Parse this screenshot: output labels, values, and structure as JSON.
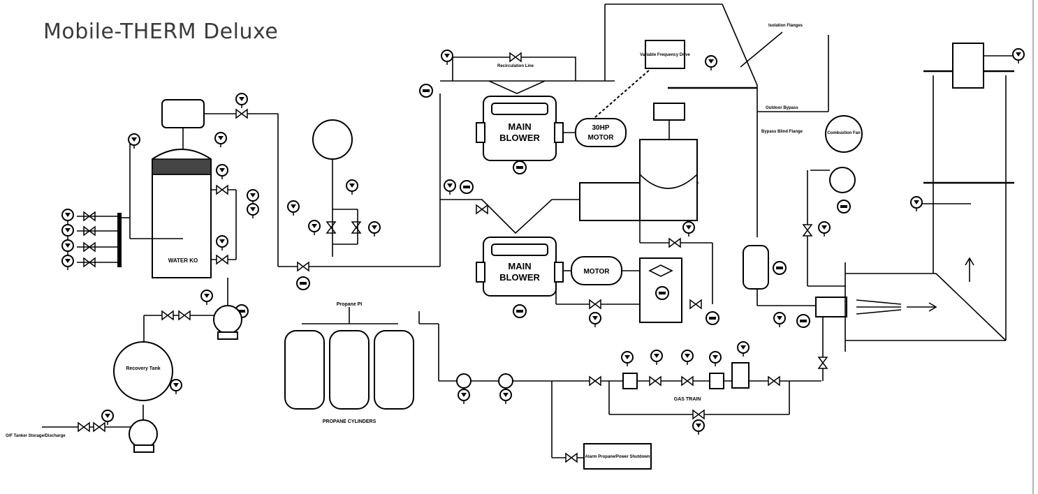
{
  "title": "Mobile-THERM Deluxe",
  "colors": {
    "line": "#000000",
    "title": "#3a3a3a",
    "rule": "#b4b4b4"
  },
  "blowers": {
    "top": {
      "line1": "MAIN",
      "line2": "BLOWER"
    },
    "bottom": {
      "line1": "MAIN",
      "line2": "BLOWER"
    }
  },
  "motor_top": {
    "line1": "30HP",
    "line2": "MOTOR"
  },
  "motor_bottom": "MOTOR",
  "labels": {
    "recirculation_line": "Recirculation Line",
    "vfd": "Variable Frequency Drive",
    "isolation_flanges": "Isolation Flanges",
    "outdoor_bypass": "Outdoor Bypass",
    "bypass_blind_flange": "Bypass Blind Flange",
    "water_ko": "WATER KO",
    "recovery_tank": "Recovery Tank",
    "propane_cylinders": "PROPANE CYLINDERS",
    "gas_train": "GAS TRAIN",
    "propane_pi": "Propane PI",
    "ol_tanker": "O/F Tanker Storage/Discharge",
    "alarm_box": "Alarm Propane/Power Shutdown",
    "combustion_fan": "Combustion Fan"
  }
}
